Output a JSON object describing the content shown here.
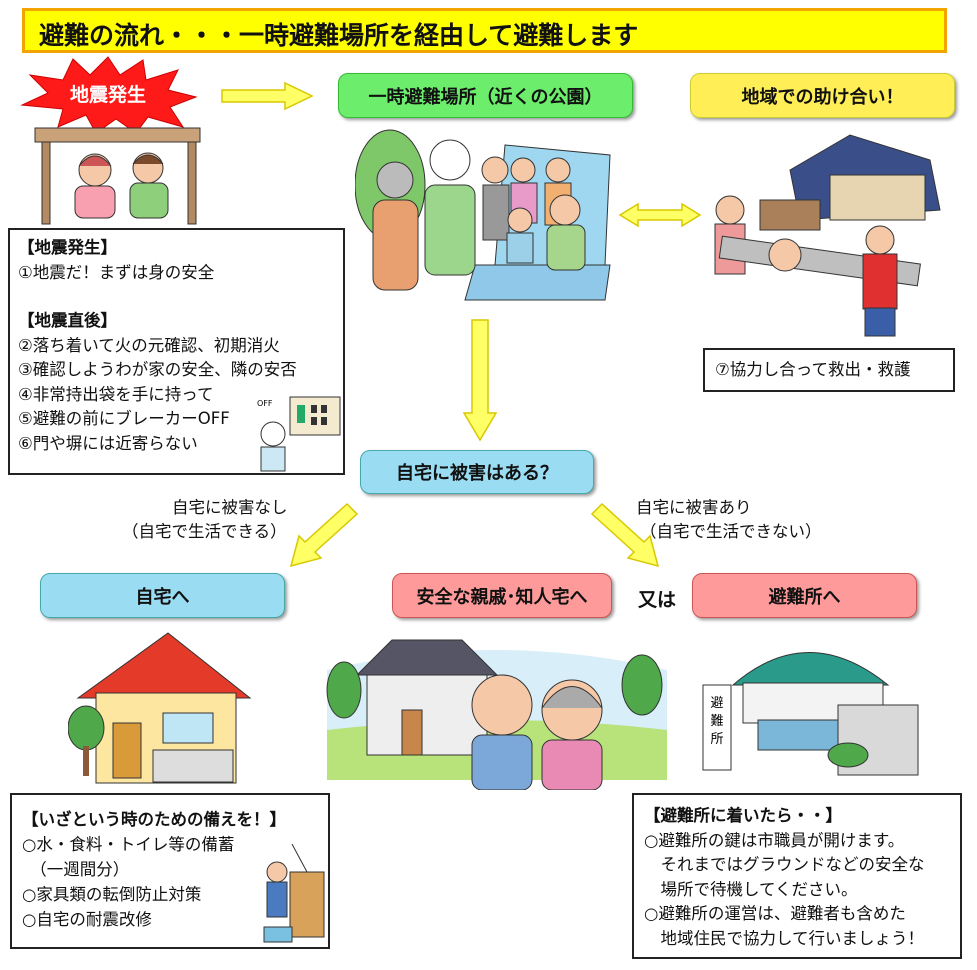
{
  "title": "避難の流れ・・・一時避難場所を経由して避難します",
  "earthquake_burst": "地震発生",
  "temp_shelter": "一時避難場所（近くの公園）",
  "mutual_help": "地域での助け合い！",
  "mutual_help_note": "⑦協力し合って救出・救護",
  "damage_question": "自宅に被害はある？",
  "no_damage_label": [
    "自宅に被害なし",
    "（自宅で生活できる）"
  ],
  "damage_label": [
    "自宅に被害あり",
    "（自宅で生活できない）"
  ],
  "go_home": "自宅へ",
  "go_relatives": "安全な親戚･知人宅へ",
  "or_text": "又は",
  "go_shelter": "避難所へ",
  "shelter_sign": "避難所",
  "breaker_text": "OFF",
  "steps_box": {
    "heading1": "【地震発生】",
    "lines1": [
      "①地震だ！まずは身の安全"
    ],
    "heading2": "【地震直後】",
    "lines2": [
      "②落ち着いて火の元確認、初期消火",
      "③確認しようわが家の安全、隣の安否",
      "④非常持出袋を手に持って",
      "⑤避難の前にブレーカーOFF",
      "⑥門や塀には近寄らない"
    ]
  },
  "prepare_box": {
    "heading": "【いざという時のための備えを！】",
    "lines": [
      "○水・食料・トイレ等の備蓄",
      "　（一週間分）",
      "○家具類の転倒防止対策",
      "○自宅の耐震改修"
    ]
  },
  "shelter_box": {
    "heading": "【避難所に着いたら・・】",
    "lines": [
      "○避難所の鍵は市職員が開けます。",
      "　それまではグラウンドなどの安全な",
      "　場所で待機してください。",
      "○避難所の運営は、避難者も含めた",
      "　地域住民で協力して行いましょう！"
    ]
  },
  "colors": {
    "title_bg": "#ffff00",
    "title_border": "#f2a400",
    "green": "#6ced6c",
    "yellow": "#ffee55",
    "blue": "#9adcf2",
    "pink": "#ff9a9a",
    "arrow": "#ffff66"
  }
}
